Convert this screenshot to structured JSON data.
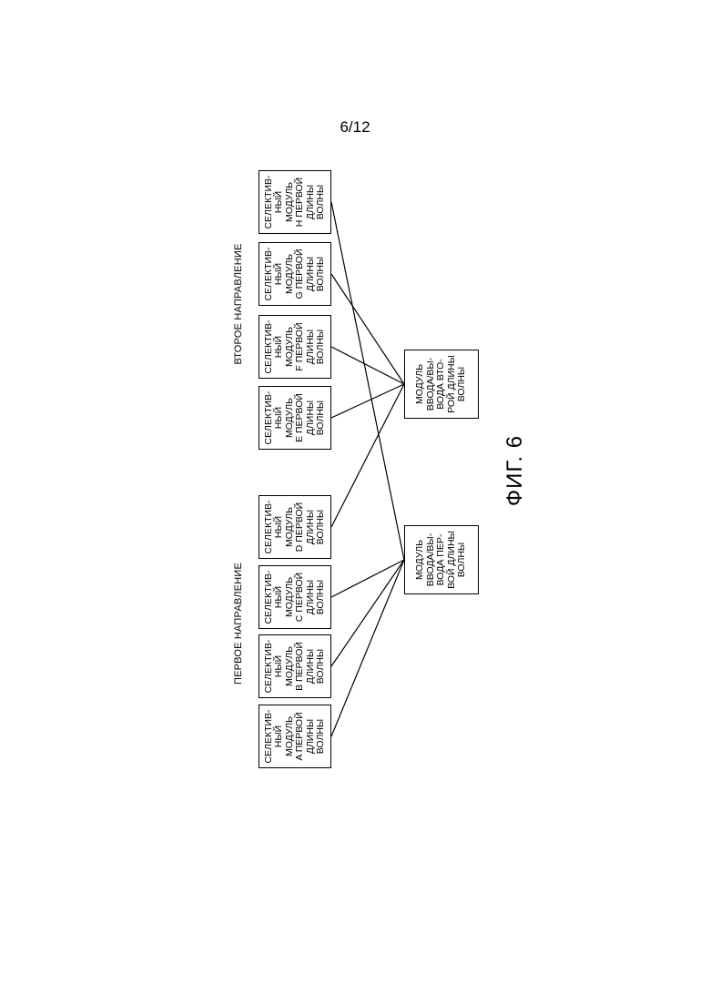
{
  "page_number": "6/12",
  "figure_caption": "ФИГ. 6",
  "directions": {
    "first": "ПЕРВОЕ НАПРАВЛЕНИЕ",
    "second": "ВТОРОЕ НАПРАВЛЕНИЕ"
  },
  "selective_modules": [
    {
      "id": "A",
      "text": "СЕЛЕКТИВ-\nНЫЙ МОДУЛЬ\nA ПЕРВОЙ\nДЛИНЫ\nВОЛНЫ"
    },
    {
      "id": "B",
      "text": "СЕЛЕКТИВ-\nНЫЙ МОДУЛЬ\nB ПЕРВОЙ\nДЛИНЫ\nВОЛНЫ"
    },
    {
      "id": "C",
      "text": "СЕЛЕКТИВ-\nНЫЙ МОДУЛЬ\nC ПЕРВОЙ\nДЛИНЫ\nВОЛНЫ"
    },
    {
      "id": "D",
      "text": "СЕЛЕКТИВ-\nНЫЙ МОДУЛЬ\nD ПЕРВОЙ\nДЛИНЫ\nВОЛНЫ"
    },
    {
      "id": "E",
      "text": "СЕЛЕКТИВ-\nНЫЙ МОДУЛЬ\nE ПЕРВОЙ\nДЛИНЫ\nВОЛНЫ"
    },
    {
      "id": "F",
      "text": "СЕЛЕКТИВ-\nНЫЙ МОДУЛЬ\nF ПЕРВОЙ\nДЛИНЫ\nВОЛНЫ"
    },
    {
      "id": "G",
      "text": "СЕЛЕКТИВ-\nНЫЙ МОДУЛЬ\nG ПЕРВОЙ\nДЛИНЫ\nВОЛНЫ"
    },
    {
      "id": "H",
      "text": "СЕЛЕКТИВ-\nНЫЙ МОДУЛЬ\nH ПЕРВОЙ\nДЛИНЫ\nВОЛНЫ"
    }
  ],
  "io_modules": [
    {
      "id": "first",
      "text": "МОДУЛЬ\nВВОДА/ВЫ-\nВОДА ПЕР-\nВОЙ ДЛИНЫ\nВОЛНЫ"
    },
    {
      "id": "second",
      "text": "МОДУЛЬ\nВВОДА/ВЫ-\nВОДА ВТО-\nРОЙ ДЛИНЫ\nВОЛНЫ"
    }
  ],
  "connections": [
    [
      "A",
      "first"
    ],
    [
      "B",
      "first"
    ],
    [
      "C",
      "first"
    ],
    [
      "D",
      "second"
    ],
    [
      "E",
      "second"
    ],
    [
      "F",
      "second"
    ],
    [
      "G",
      "second"
    ],
    [
      "H",
      "first"
    ]
  ]
}
